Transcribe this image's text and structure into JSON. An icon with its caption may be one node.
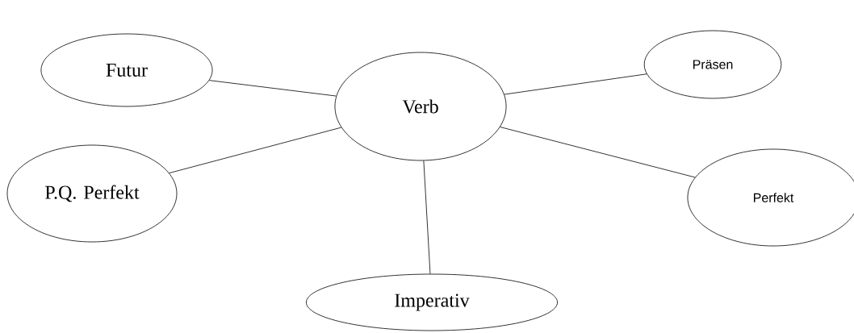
{
  "diagram": {
    "nodes": [
      {
        "text": [
          "Futur"
        ]
      },
      {
        "text": [
          "Verb"
        ]
      },
      {
        "text": [
          "Präsen"
        ]
      },
      {
        "text": [
          "P.Q. Perfekt"
        ]
      },
      {
        "text": [
          "Perfekt"
        ]
      },
      {
        "text": [
          "Imperativ"
        ]
      }
    ],
    "edges": [
      {
        "from": 1,
        "to": 0,
        "arrow": "none"
      },
      {
        "from": 1,
        "to": 2,
        "arrow": "none"
      },
      {
        "from": 1,
        "to": 3,
        "arrow": "none"
      },
      {
        "from": 1,
        "to": 4,
        "arrow": "none"
      },
      {
        "from": 1,
        "to": 5,
        "arrow": "none"
      }
    ]
  }
}
